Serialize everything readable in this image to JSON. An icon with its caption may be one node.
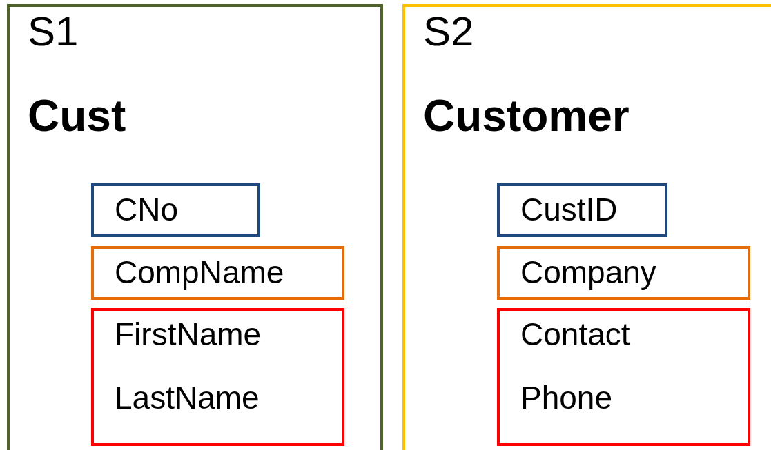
{
  "diagram": {
    "nodes": [
      {
        "text": [
          "S1",
          "Cust"
        ]
      },
      {
        "text": [
          "CNo"
        ],
        "in": 0
      },
      {
        "text": [
          "CompName"
        ],
        "in": 0
      },
      {
        "text": [
          "FirstName",
          "LastName"
        ],
        "in": 0
      },
      {
        "text": [
          "S2",
          "Customer"
        ]
      },
      {
        "text": [
          "CustID"
        ],
        "in": 4
      },
      {
        "text": [
          "Company"
        ],
        "in": 4
      },
      {
        "text": [
          "Contact",
          "Phone"
        ],
        "in": 4
      }
    ]
  }
}
